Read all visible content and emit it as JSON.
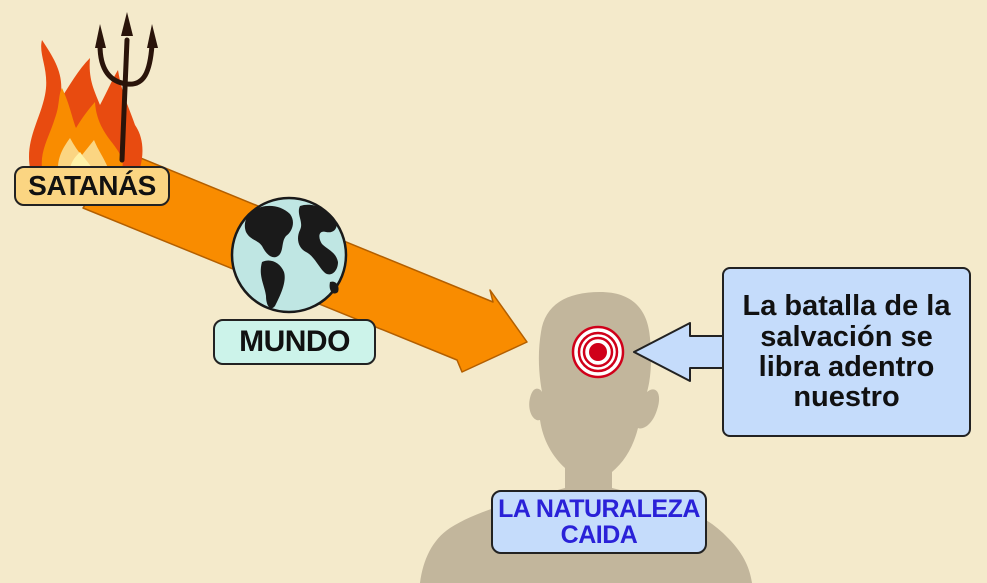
{
  "labels": {
    "satanas": "SATANÁS",
    "mundo": "MUNDO",
    "naturaleza": [
      "LA NATURALEZA",
      "CAIDA"
    ]
  },
  "callout": {
    "lines": [
      "La batalla de la",
      "salvación se",
      "libra adentro",
      "nuestro"
    ]
  },
  "colors": {
    "background": "#f4eacb",
    "arrow": "#f98c00",
    "silhouette": "#c2b69c",
    "target": "#d0001a",
    "satanas_label": "#fbd582",
    "mundo_label": "#ccf3ea",
    "callout_fill": "#c5dcfb",
    "naturaleza_text": "#2a21d8"
  },
  "icons": [
    "flame-trident-icon",
    "globe-icon",
    "target-icon",
    "person-silhouette-icon"
  ]
}
